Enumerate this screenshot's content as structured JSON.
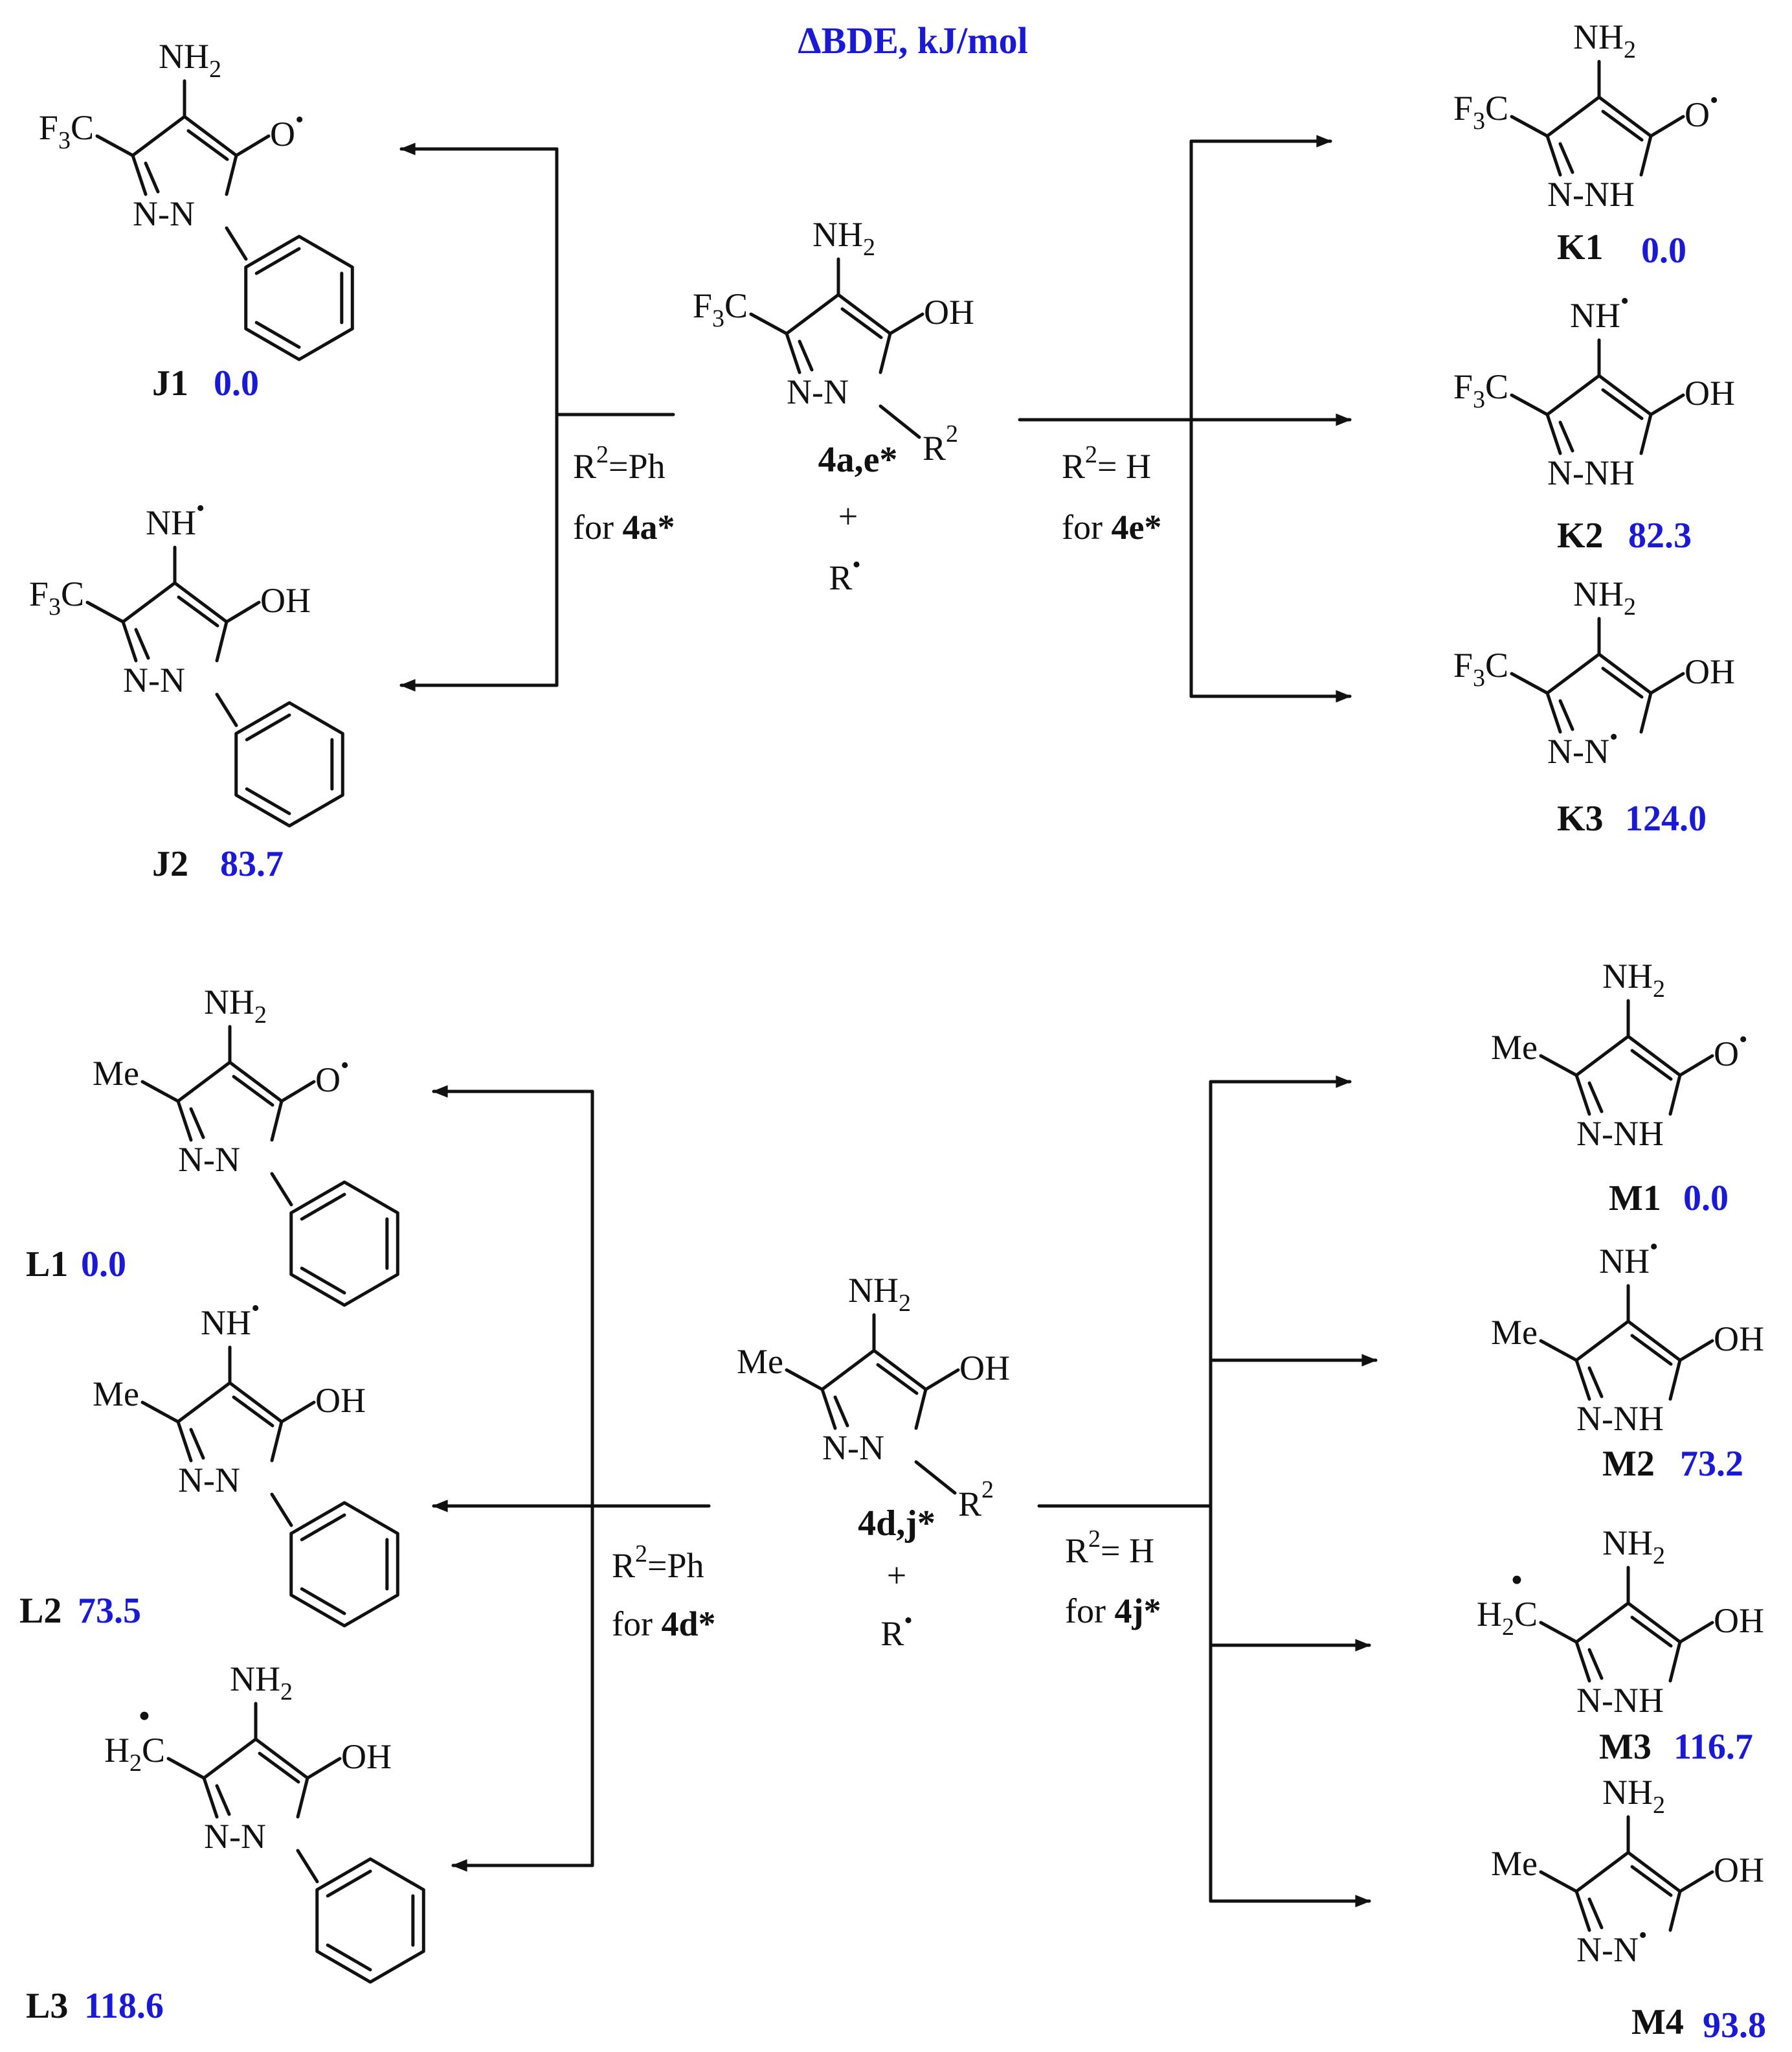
{
  "title": "ΔBDE, kJ/mol",
  "glyphs": {
    "nh2": "NH",
    "sub2": "2",
    "f3c_f": "F",
    "sub3": "3",
    "f3c_c": "C",
    "o_rad": "O",
    "oh": "OH",
    "nn": "N-N",
    "nnh": "N-NH",
    "nh_rad": "NH",
    "me": "Me",
    "h2c_h": "H",
    "h2c_c": "C",
    "r2": "R",
    "sup2": "2",
    "dot": "•",
    "plus": "+",
    "r_rad": "R"
  },
  "reactants": {
    "top": {
      "label": "4a,e*"
    },
    "bottom": {
      "label": "4d,j*"
    }
  },
  "conditions": {
    "top_left": {
      "line1": "R",
      "line1b": "=Ph",
      "line2": "for ",
      "line2b": "4a*"
    },
    "top_right": {
      "line1": "R",
      "line1b": "= H",
      "line2": "for ",
      "line2b": "4e*"
    },
    "bottom_left": {
      "line1": "R",
      "line1b": "=Ph",
      "line2": "for ",
      "line2b": "4d*"
    },
    "bottom_right": {
      "line1": "R",
      "line1b": "= H",
      "line2": "for ",
      "line2b": "4j*"
    }
  },
  "products": {
    "J1": {
      "label": "J1",
      "value": "0.0"
    },
    "J2": {
      "label": "J2",
      "value": "83.7"
    },
    "K1": {
      "label": "K1",
      "value": "0.0"
    },
    "K2": {
      "label": "K2",
      "value": "82.3"
    },
    "K3": {
      "label": "K3",
      "value": "124.0"
    },
    "L1": {
      "label": "L1",
      "value": "0.0"
    },
    "L2": {
      "label": "L2",
      "value": "73.5"
    },
    "L3": {
      "label": "L3",
      "value": "118.6"
    },
    "M1": {
      "label": "M1",
      "value": "0.0"
    },
    "M2": {
      "label": "M2",
      "value": "73.2"
    },
    "M3": {
      "label": "M3",
      "value": "116.7"
    },
    "M4": {
      "label": "M4",
      "value": "93.8"
    }
  }
}
